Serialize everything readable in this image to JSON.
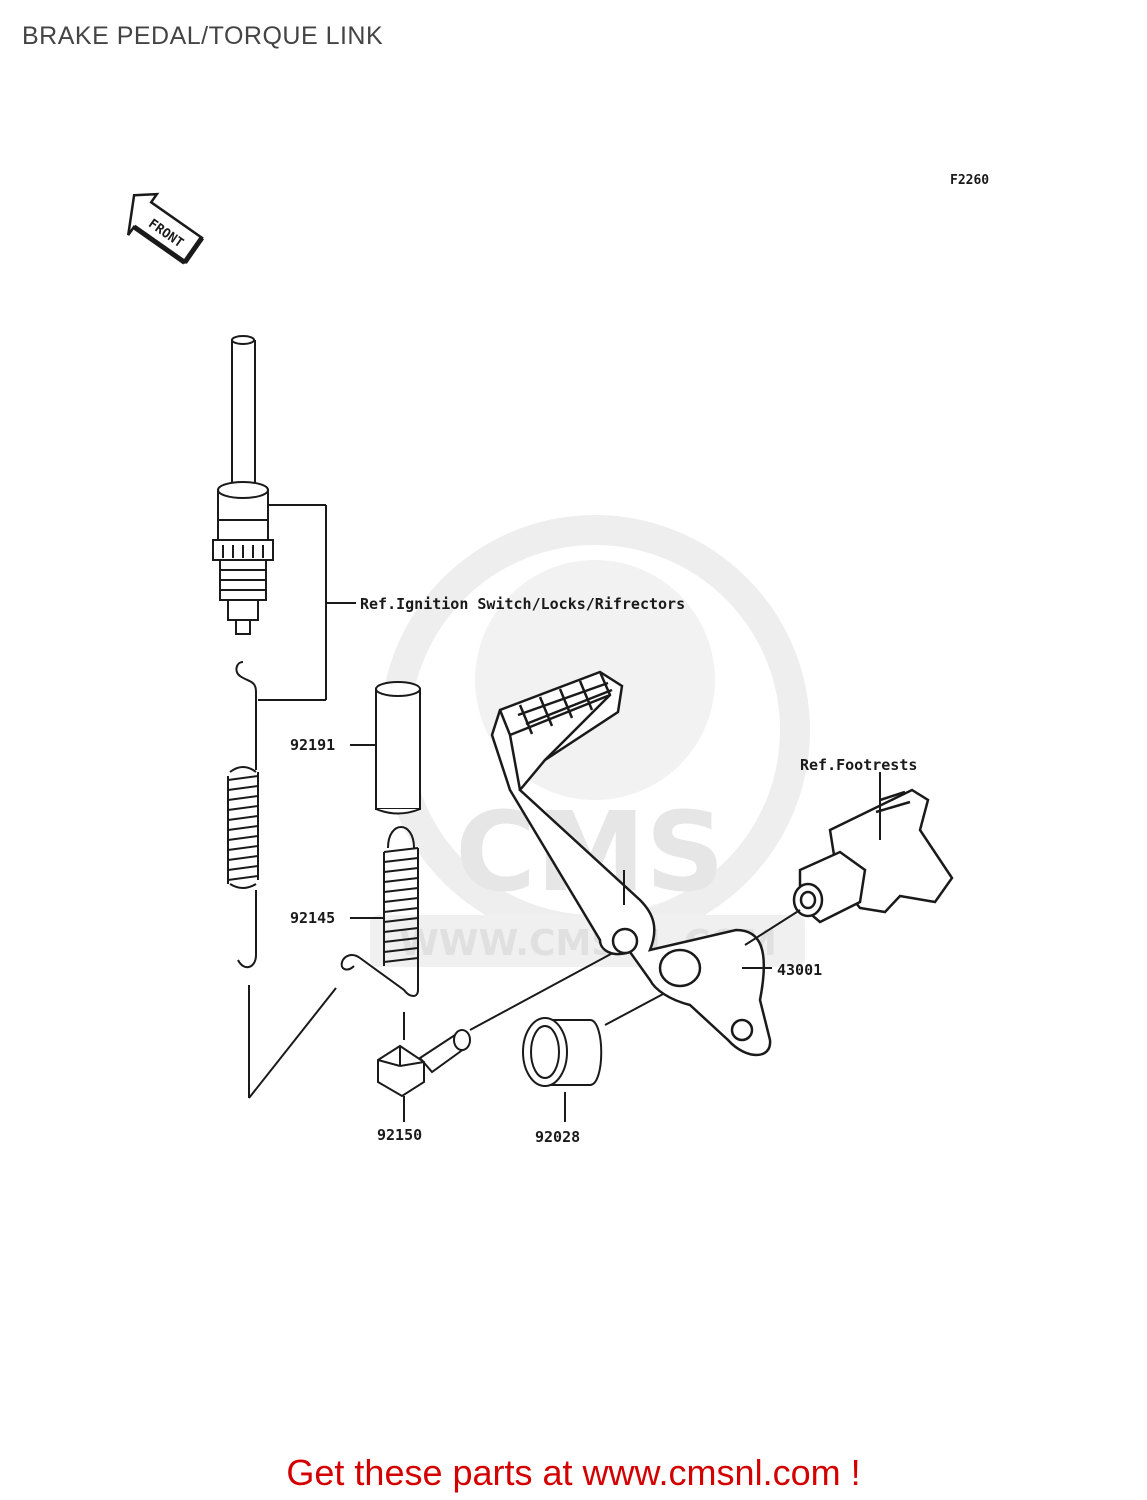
{
  "page": {
    "title": "BRAKE PEDAL/TORQUE LINK"
  },
  "diagram": {
    "figure_code": "F2260",
    "front_label": "FRONT",
    "watermark": {
      "logo_text": "CMS",
      "url_text": "WWW.CMSNL.COM"
    },
    "references": {
      "ignition": "Ref.Ignition Switch/Locks/Rifrectors",
      "footrests": "Ref.Footrests"
    },
    "parts": [
      {
        "number": "92191"
      },
      {
        "number": "92145"
      },
      {
        "number": "43001"
      },
      {
        "number": "92150"
      },
      {
        "number": "92028"
      }
    ]
  },
  "footer": {
    "promo": "Get these parts at www.cmsnl.com !"
  },
  "colors": {
    "line": "#1a1a1a",
    "watermark": "#ececec",
    "promo": "#d40000",
    "title": "#444444"
  }
}
